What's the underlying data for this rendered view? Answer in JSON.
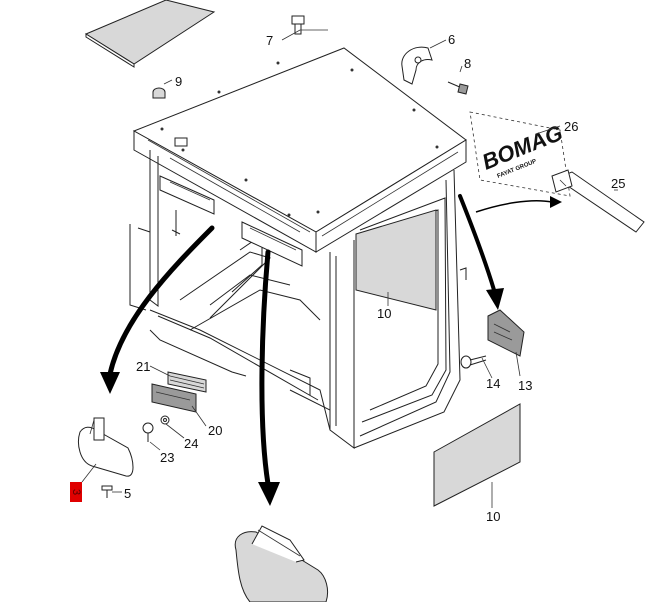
{
  "callouts": [
    {
      "id": "7",
      "label": "7"
    },
    {
      "id": "6",
      "label": "6"
    },
    {
      "id": "8",
      "label": "8"
    },
    {
      "id": "9",
      "label": "9"
    },
    {
      "id": "26",
      "label": "26"
    },
    {
      "id": "25",
      "label": "25"
    },
    {
      "id": "10a",
      "label": "10"
    },
    {
      "id": "21",
      "label": "21"
    },
    {
      "id": "20",
      "label": "20"
    },
    {
      "id": "24",
      "label": "24"
    },
    {
      "id": "23",
      "label": "23"
    },
    {
      "id": "14",
      "label": "14"
    },
    {
      "id": "13",
      "label": "13"
    },
    {
      "id": "10b",
      "label": "10"
    },
    {
      "id": "5",
      "label": "5"
    },
    {
      "id": "3",
      "label": "3"
    }
  ],
  "logo": {
    "brand": "BOMAG",
    "sub": "FAYAT GROUP"
  },
  "colors": {
    "highlight": "#e00000",
    "line": "#222222",
    "arrow": "#000000"
  }
}
